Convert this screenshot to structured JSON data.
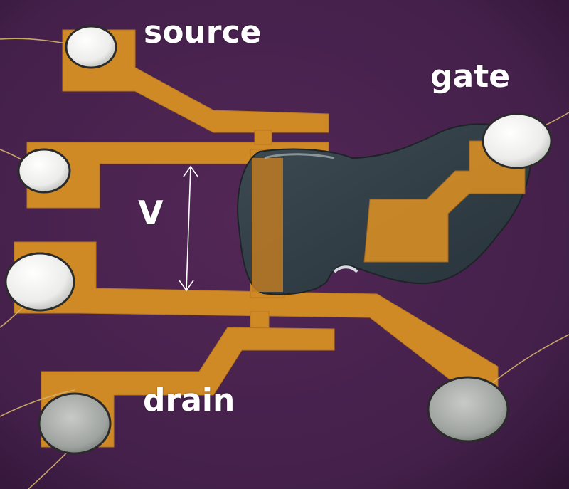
{
  "labels": {
    "source": "source",
    "gate": "gate",
    "voltage": "V",
    "drain": "drain"
  },
  "colors": {
    "substrate": "#4b2350",
    "gold_trace": "#cf8a26",
    "electrolyte": "#2f3b43",
    "bond_pad": "#e9e9e6",
    "drain_pad": "#9a9e9c",
    "wire": "#d7b36a",
    "label_text": "#ffffff"
  }
}
